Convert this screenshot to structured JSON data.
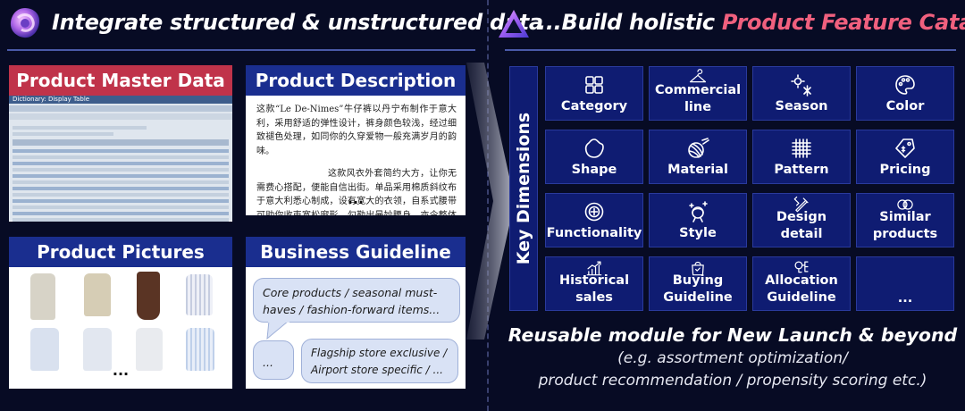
{
  "left": {
    "heading": "Integrate structured & unstructured data",
    "cards": {
      "master": {
        "title": "Product Master Data",
        "sap_title": "Dictionary: Display Table"
      },
      "description": {
        "title": "Product Description",
        "paragraphs": [
          "这款“Le De-Nimes”牛仔裤以丹宁布制作于意大利，采用舒适的弹性设计，裤身颜色较浅，经过细致褪色处理，如同你的久穿爱物一般充满岁月的韵味。",
          "这款风衣外套简约大方，让你无需费心搭配，便能自信出街。单品采用棉质斜纹布于意大利悉心制成，设有宽大的衣领，自系式腰带可助你收束宽松廓形，勾勒出曼妙腰身，亦令整体造型更显利落随性。建议搭配细跟鞋和皮革踝靴。"
        ],
        "more": "..."
      },
      "pictures": {
        "title": "Product Pictures",
        "more": "..."
      },
      "guideline": {
        "title": "Business Guideline",
        "bubble_top": "Core products / seasonal must-haves / fashion-forward items...",
        "bubble_left": "...",
        "bubble_right": "Flagship store exclusive / Airport store specific / ..."
      }
    }
  },
  "right": {
    "heading_prefix": "...Build holistic ",
    "heading_accent": "Product Feature Catalog",
    "side_label": "Key Dimensions",
    "dimensions": [
      {
        "label": "Category",
        "icon": "category-icon"
      },
      {
        "label": "Commercial line",
        "icon": "hanger-icon"
      },
      {
        "label": "Season",
        "icon": "season-icon"
      },
      {
        "label": "Color",
        "icon": "palette-icon"
      },
      {
        "label": "Shape",
        "icon": "shape-icon"
      },
      {
        "label": "Material",
        "icon": "yarn-icon"
      },
      {
        "label": "Pattern",
        "icon": "pattern-icon"
      },
      {
        "label": "Pricing",
        "icon": "price-tag-icon"
      },
      {
        "label": "Functionality",
        "icon": "functionality-icon"
      },
      {
        "label": "Style",
        "icon": "style-icon"
      },
      {
        "label": "Design detail",
        "icon": "design-tools-icon"
      },
      {
        "label": "Similar products",
        "icon": "similar-icon"
      },
      {
        "label": "Historical sales",
        "icon": "sales-chart-icon"
      },
      {
        "label": "Buying Guideline",
        "icon": "shopping-bag-icon"
      },
      {
        "label": "Allocation Guideline",
        "icon": "allocation-icon"
      },
      {
        "label": "...",
        "icon": ""
      }
    ],
    "reuse_title": "Reusable module for New Launch & beyond",
    "reuse_sub_1": "(e.g. assortment optimization/",
    "reuse_sub_2": "product recommendation / propensity scoring etc.)"
  },
  "colors": {
    "background": "#070b24",
    "accent_pink": "#f0607e",
    "card_blue": "#1a2e8f",
    "card_red": "#c0334a",
    "tile_blue": "#0f1c72"
  }
}
